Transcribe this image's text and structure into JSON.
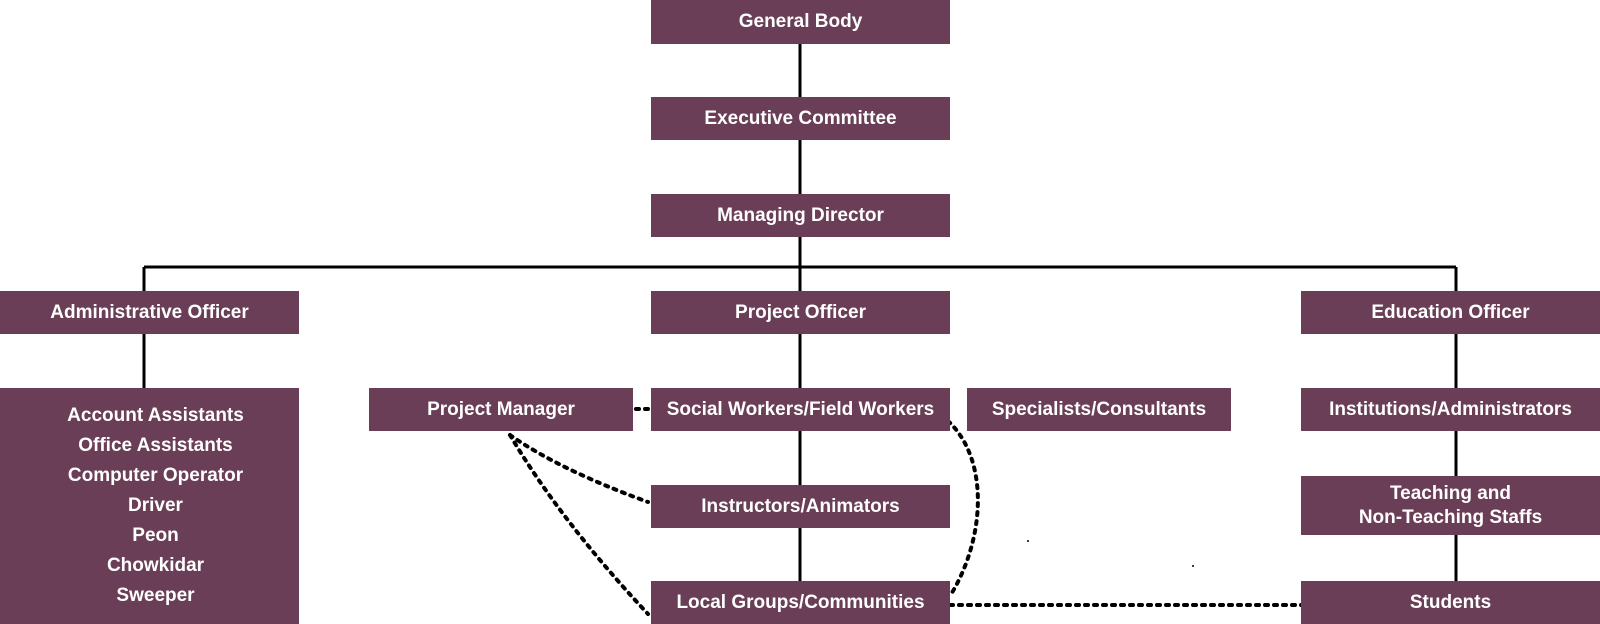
{
  "colors": {
    "box_fill": "#6a3e56",
    "box_text": "#ffffff",
    "connector": "#000000"
  },
  "nodes": {
    "general_body": "General Body",
    "executive_committee": "Executive Committee",
    "managing_director": "Managing Director",
    "administrative_officer": "Administrative Officer",
    "project_officer": "Project Officer",
    "education_officer": "Education Officer",
    "admin_staff": [
      "Account Assistants",
      "Office Assistants",
      "Computer Operator",
      "Driver",
      "Peon",
      "Chowkidar",
      "Sweeper"
    ],
    "project_manager": "Project Manager",
    "social_workers": "Social Workers/Field Workers",
    "specialists": "Specialists/Consultants",
    "institutions": "Institutions/Administrators",
    "teaching_staff": [
      "Teaching and",
      "Non-Teaching Staffs"
    ],
    "instructors": "Instructors/Animators",
    "local_groups": "Local Groups/Communities",
    "students": "Students"
  }
}
